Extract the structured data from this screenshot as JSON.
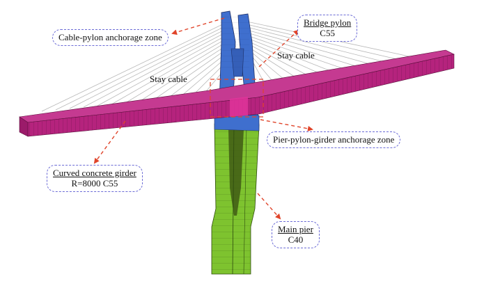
{
  "labels": {
    "cable_pylon_anchorage": "Cable-pylon anchorage zone",
    "bridge_pylon_name": "Bridge pylon",
    "bridge_pylon_grade": "C55",
    "stay_cable_left": "Stay cable",
    "stay_cable_right": "Stay cable",
    "pier_pylon_girder_anchorage": "Pier-pylon-girder anchorage zone",
    "curved_girder_name": "Curved concrete girder",
    "curved_girder_spec": "R=8000  C55",
    "main_pier_name": "Main pier",
    "main_pier_grade": "C40"
  },
  "colors": {
    "girder": "#b5237d",
    "pylon": "#3f6fce",
    "pier": "#7ec32f",
    "anchorage_highlight": "#e0349a",
    "cable": "#b8b8b8",
    "leader_arrow": "#e0442a",
    "callout_border": "#6b6bd6"
  }
}
